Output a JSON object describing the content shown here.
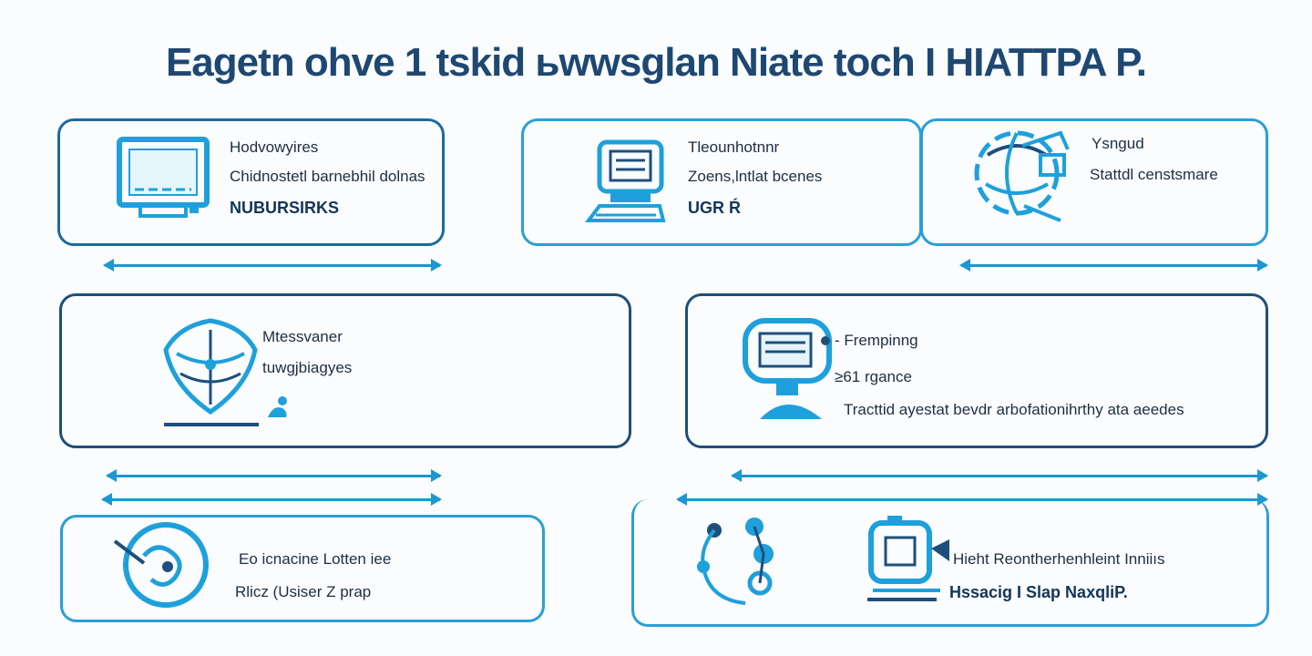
{
  "title": "Eagetn ohve 1 tskid ьwwsglan Niate toch I HIATTPA P.",
  "colors": {
    "primary": "#2a9fd6",
    "dark": "#1e4872",
    "text": "#1d2f44"
  },
  "nodes": {
    "n1": {
      "icon": "monitor-icon",
      "line1": "Hodvowyires",
      "line2": "Chidnostetl barnebhil dolnas",
      "line3": "NUBURSIRKS"
    },
    "n2": {
      "icon": "computer-icon",
      "line1": "Tleounhotnnr",
      "line2": "Zoens,lntlat bcenes",
      "line3": "UGR Ŕ"
    },
    "n3": {
      "icon": "globe-network-icon",
      "line1": "Ysngud",
      "line2": "Stattdl censtsmare"
    },
    "n4": {
      "icon": "shield-network-icon",
      "line1": "Mtessvaner",
      "line2": "tuwgjbiagyes"
    },
    "n5": {
      "icon": "display-stand-icon",
      "line1": "- Frempinng",
      "line2": "≥61 rgance",
      "line3": "Tracttid ayestat bevdr arbofationihrthy ata aeedes"
    },
    "n6": {
      "icon": "circle-badge-icon",
      "line1": "Eo icnacine Lotten iee",
      "line2": "Rlicz (Usiser Z prap"
    },
    "n7": {
      "icon": "connected-nodes-icon"
    },
    "n8": {
      "icon": "workstation-icon",
      "line1": "Hieht Reontherhenhleint Inniiıs",
      "line2": "Hssacig I Slap NaxqliP."
    }
  }
}
